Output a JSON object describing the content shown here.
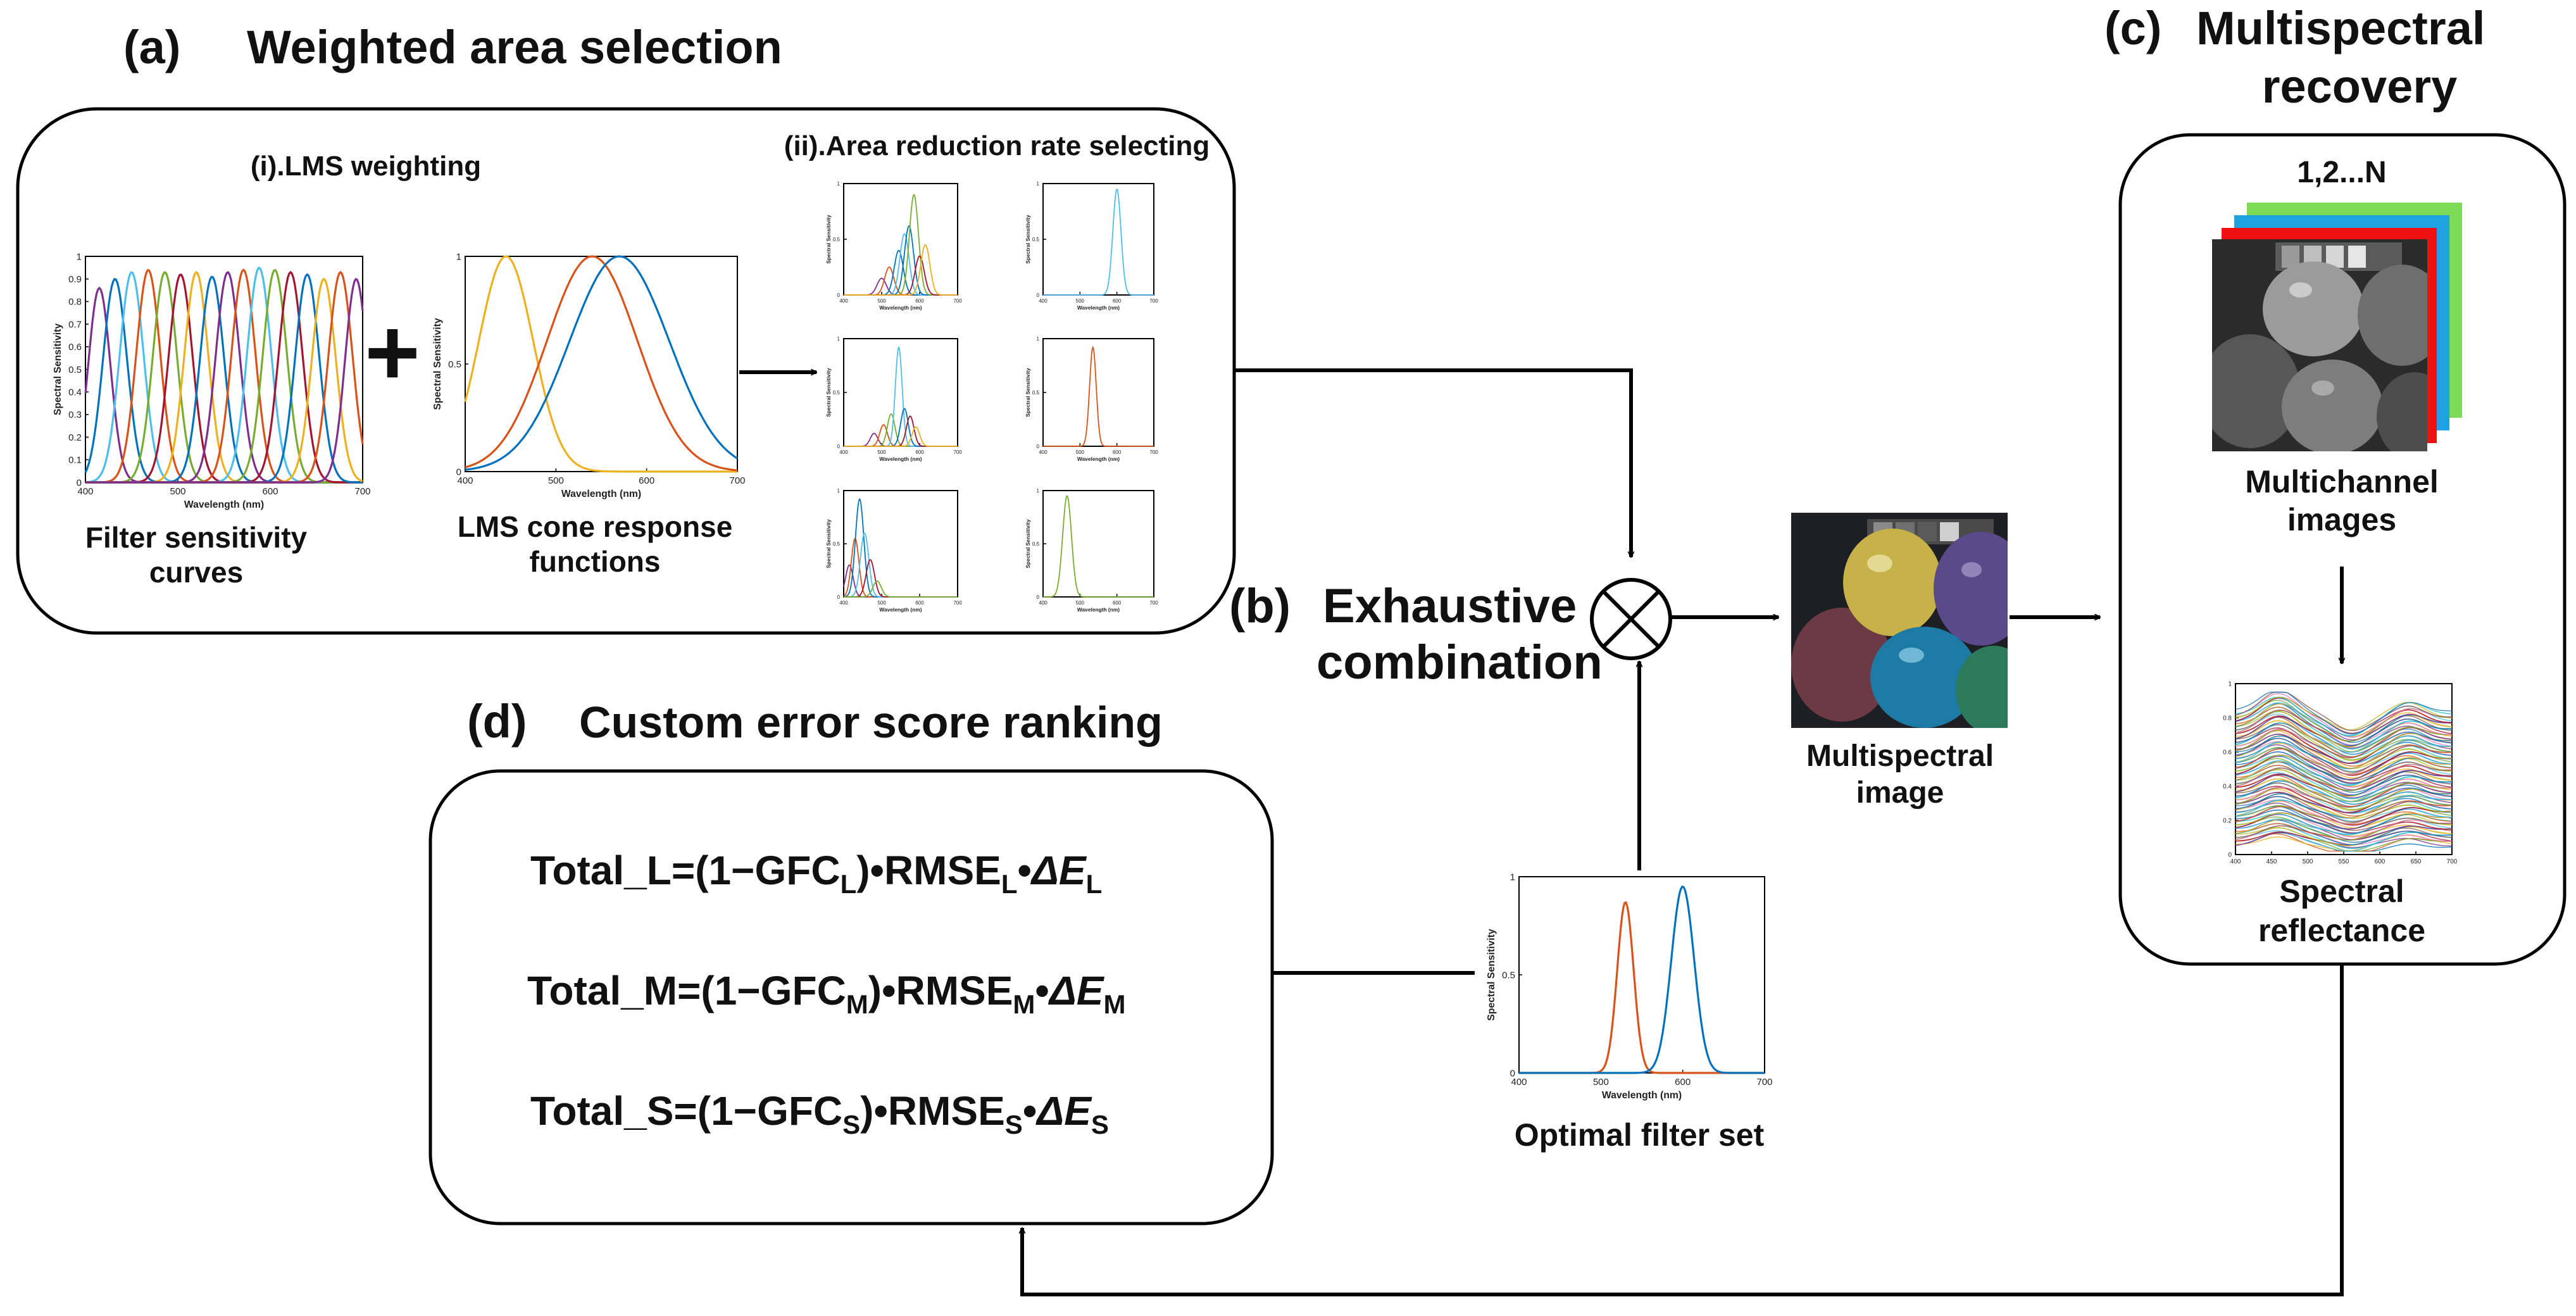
{
  "panels": {
    "a": {
      "tag": "(a)",
      "title": "Weighted area selection",
      "sub_i": "(i).LMS weighting",
      "sub_ii": "(ii).Area reduction rate selecting",
      "filter_caption_1": "Filter sensitivity",
      "filter_caption_2": "curves",
      "lms_caption_1": "LMS cone response",
      "lms_caption_2": "functions",
      "plus": "+"
    },
    "b": {
      "tag": "(b)",
      "title_1": "Exhaustive",
      "title_2": "combination"
    },
    "c": {
      "tag": "(c)",
      "title_1": "Multispectral",
      "title_2": "recovery",
      "stack_label": "1,2...N",
      "images_caption_1": "Multichannel",
      "images_caption_2": "images",
      "reflectance_caption_1": "Spectral",
      "reflectance_caption_2": "reflectance"
    },
    "d": {
      "tag": "(d)",
      "title": "Custom error score ranking",
      "formulas": [
        {
          "lhs": "Total_L=(1−GFC",
          "sub": "L",
          "mid": ")•RMSE",
          "sub2": "L",
          "dot": "•",
          "de": "ΔE",
          "sub3": "L"
        },
        {
          "lhs": "Total_M=(1−GFC",
          "sub": "M",
          "mid": ")•RMSE",
          "sub2": "M",
          "dot": "•",
          "de": "ΔE",
          "sub3": "M"
        },
        {
          "lhs": "Total_S=(1−GFC",
          "sub": "S",
          "mid": ")•RMSE",
          "sub2": "S",
          "dot": "•",
          "de": "ΔE",
          "sub3": "S"
        }
      ]
    },
    "center": {
      "image_caption_1": "Multispectral",
      "image_caption_2": "image",
      "filter_caption": "Optimal filter set"
    }
  },
  "axis_text": {
    "spectral_sensitivity": "Spectral Sensitivity",
    "wavelength": "Wavelength (nm)"
  },
  "chart_data": [
    {
      "id": "filter-sensitivity-curves",
      "type": "line",
      "xlabel": "Wavelength (nm)",
      "ylabel": "Spectral Sensitivity",
      "xlim": [
        400,
        700
      ],
      "ylim": [
        0,
        1
      ],
      "xticks": [
        400,
        500,
        600,
        700
      ],
      "yticks": [
        0,
        0.1,
        0.2,
        0.3,
        0.4,
        0.5,
        0.6,
        0.7,
        0.8,
        0.9,
        1
      ],
      "series": [
        {
          "peak": 415,
          "width": 12,
          "height": 0.86,
          "color": "#7e2f8e"
        },
        {
          "peak": 432,
          "width": 13,
          "height": 0.9,
          "color": "#0072bd"
        },
        {
          "peak": 450,
          "width": 13,
          "height": 0.93,
          "color": "#4dbeee"
        },
        {
          "peak": 468,
          "width": 13,
          "height": 0.94,
          "color": "#d95319"
        },
        {
          "peak": 486,
          "width": 13,
          "height": 0.93,
          "color": "#77ac30"
        },
        {
          "peak": 503,
          "width": 13,
          "height": 0.92,
          "color": "#a2142f"
        },
        {
          "peak": 520,
          "width": 13,
          "height": 0.93,
          "color": "#edb120"
        },
        {
          "peak": 537,
          "width": 13,
          "height": 0.91,
          "color": "#0072bd"
        },
        {
          "peak": 554,
          "width": 13,
          "height": 0.93,
          "color": "#7e2f8e"
        },
        {
          "peak": 571,
          "width": 13,
          "height": 0.94,
          "color": "#d95319"
        },
        {
          "peak": 588,
          "width": 13,
          "height": 0.95,
          "color": "#4dbeee"
        },
        {
          "peak": 605,
          "width": 13,
          "height": 0.94,
          "color": "#77ac30"
        },
        {
          "peak": 622,
          "width": 13,
          "height": 0.93,
          "color": "#a2142f"
        },
        {
          "peak": 640,
          "width": 13,
          "height": 0.92,
          "color": "#0072bd"
        },
        {
          "peak": 658,
          "width": 13,
          "height": 0.9,
          "color": "#edb120"
        },
        {
          "peak": 676,
          "width": 13,
          "height": 0.93,
          "color": "#d95319"
        },
        {
          "peak": 693,
          "width": 12,
          "height": 0.9,
          "color": "#7e2f8e"
        }
      ]
    },
    {
      "id": "lms-cone-response",
      "type": "line",
      "xlabel": "Wavelength (nm)",
      "ylabel": "Spectral Sensitivity",
      "xlim": [
        400,
        700
      ],
      "ylim": [
        0,
        1
      ],
      "xticks": [
        400,
        500,
        600,
        700
      ],
      "yticks": [
        0,
        0.5,
        1
      ],
      "series": [
        {
          "name": "S",
          "peak": 445,
          "width": 30,
          "height": 1.0,
          "color": "#edb120"
        },
        {
          "name": "M",
          "peak": 540,
          "width": 50,
          "height": 1.0,
          "color": "#d95319"
        },
        {
          "name": "L",
          "peak": 570,
          "width": 55,
          "height": 1.0,
          "color": "#0072bd"
        }
      ]
    },
    {
      "id": "area-reduction-1",
      "type": "line",
      "xlim": [
        400,
        700
      ],
      "ylim": [
        0,
        1
      ],
      "xticks": [
        400,
        500,
        600,
        700
      ],
      "yticks": [
        0,
        0.5,
        1
      ],
      "series": [
        {
          "peak": 500,
          "width": 12,
          "height": 0.15,
          "color": "#7e2f8e"
        },
        {
          "peak": 520,
          "width": 12,
          "height": 0.25,
          "color": "#d95319"
        },
        {
          "peak": 545,
          "width": 12,
          "height": 0.4,
          "color": "#0072bd"
        },
        {
          "peak": 560,
          "width": 12,
          "height": 0.55,
          "color": "#4dbeee"
        },
        {
          "peak": 572,
          "width": 12,
          "height": 0.62,
          "color": "#0072bd"
        },
        {
          "peak": 585,
          "width": 12,
          "height": 0.9,
          "color": "#77ac30"
        },
        {
          "peak": 600,
          "width": 12,
          "height": 0.35,
          "color": "#a2142f"
        },
        {
          "peak": 615,
          "width": 12,
          "height": 0.45,
          "color": "#edb120"
        }
      ]
    },
    {
      "id": "area-reduction-2",
      "type": "line",
      "xlim": [
        400,
        700
      ],
      "ylim": [
        0,
        1
      ],
      "xticks": [
        400,
        500,
        600,
        700
      ],
      "yticks": [
        0,
        0.5,
        1
      ],
      "series": [
        {
          "peak": 600,
          "width": 11,
          "height": 0.95,
          "color": "#4dbeee"
        }
      ]
    },
    {
      "id": "area-reduction-3",
      "type": "line",
      "xlim": [
        400,
        700
      ],
      "ylim": [
        0,
        1
      ],
      "xticks": [
        400,
        500,
        600,
        700
      ],
      "yticks": [
        0,
        0.5,
        1
      ],
      "series": [
        {
          "peak": 480,
          "width": 10,
          "height": 0.12,
          "color": "#7e2f8e"
        },
        {
          "peak": 505,
          "width": 10,
          "height": 0.2,
          "color": "#d95319"
        },
        {
          "peak": 525,
          "width": 10,
          "height": 0.3,
          "color": "#77ac30"
        },
        {
          "peak": 545,
          "width": 9,
          "height": 0.92,
          "color": "#4dbeee"
        },
        {
          "peak": 560,
          "width": 10,
          "height": 0.35,
          "color": "#0072bd"
        },
        {
          "peak": 575,
          "width": 10,
          "height": 0.28,
          "color": "#a2142f"
        },
        {
          "peak": 590,
          "width": 10,
          "height": 0.18,
          "color": "#edb120"
        }
      ]
    },
    {
      "id": "area-reduction-4",
      "type": "line",
      "xlim": [
        400,
        700
      ],
      "ylim": [
        0,
        1
      ],
      "xticks": [
        400,
        500,
        600,
        700
      ],
      "yticks": [
        0,
        0.5,
        1
      ],
      "series": [
        {
          "peak": 535,
          "width": 9,
          "height": 0.92,
          "color": "#d95319"
        }
      ]
    },
    {
      "id": "area-reduction-5",
      "type": "line",
      "xlim": [
        400,
        700
      ],
      "ylim": [
        0,
        1
      ],
      "xticks": [
        400,
        500,
        600,
        700
      ],
      "yticks": [
        0,
        0.5,
        1
      ],
      "series": [
        {
          "peak": 415,
          "width": 10,
          "height": 0.3,
          "color": "#7e2f8e"
        },
        {
          "peak": 430,
          "width": 10,
          "height": 0.55,
          "color": "#d95319"
        },
        {
          "peak": 442,
          "width": 11,
          "height": 0.92,
          "color": "#0072bd"
        },
        {
          "peak": 455,
          "width": 11,
          "height": 0.6,
          "color": "#4dbeee"
        },
        {
          "peak": 470,
          "width": 11,
          "height": 0.35,
          "color": "#a2142f"
        },
        {
          "peak": 488,
          "width": 11,
          "height": 0.15,
          "color": "#77ac30"
        }
      ]
    },
    {
      "id": "area-reduction-6",
      "type": "line",
      "xlim": [
        400,
        700
      ],
      "ylim": [
        0,
        1
      ],
      "xticks": [
        400,
        500,
        600,
        700
      ],
      "yticks": [
        0,
        0.5,
        1
      ],
      "series": [
        {
          "peak": 465,
          "width": 12,
          "height": 0.95,
          "color": "#77ac30"
        }
      ]
    },
    {
      "id": "optimal-filter-set",
      "type": "line",
      "xlabel": "Wavelength (nm)",
      "ylabel": "Spectral Sensitivity",
      "xlim": [
        400,
        700
      ],
      "ylim": [
        0,
        1
      ],
      "xticks": [
        400,
        500,
        600,
        700
      ],
      "yticks": [
        0,
        0.5,
        1
      ],
      "series": [
        {
          "peak": 530,
          "width": 10,
          "height": 0.87,
          "color": "#d95319"
        },
        {
          "peak": 600,
          "width": 14,
          "height": 0.95,
          "color": "#0072bd"
        }
      ]
    },
    {
      "id": "spectral-reflectance",
      "type": "line",
      "xlim": [
        400,
        700
      ],
      "ylim": [
        0,
        1
      ],
      "xticks": [
        400,
        450,
        500,
        550,
        600,
        650,
        700
      ],
      "yticks": [
        0,
        0.2,
        0.4,
        0.6,
        0.8,
        1
      ]
    }
  ],
  "colors": {
    "stack_green": "#7ed957",
    "stack_blue": "#1fa3e0",
    "stack_red": "#ee1111"
  }
}
